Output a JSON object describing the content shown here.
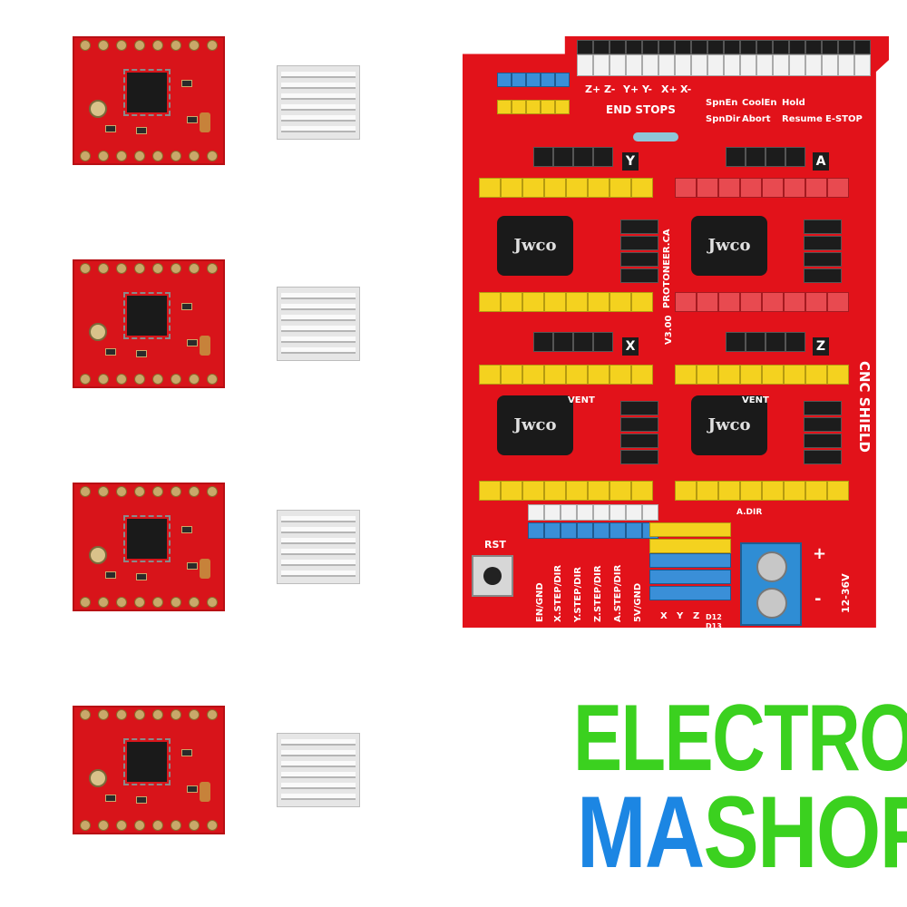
{
  "logo": {
    "line1": "ELECTRO",
    "line2_a": "MA",
    "line2_b": "SHOP",
    "colors": {
      "green": "#3bd11f",
      "blue": "#1c86e3"
    }
  },
  "shield": {
    "title": "CNC SHIELD",
    "endstops_label": "END STOPS",
    "endstop_pins": [
      "Z+",
      "Z-",
      "Y+",
      "Y-",
      "X+",
      "X-"
    ],
    "control_pins": [
      "SpnEn",
      "SpnDir",
      "CoolEn",
      "Abort",
      "Hold",
      "Resume",
      "E-STOP"
    ],
    "version": "V3.00",
    "maker": "PROTONEER.CA",
    "axes": [
      "Y",
      "A",
      "X",
      "Z"
    ],
    "capacitor_text": "Jwco",
    "capacitor_text2": "VENT",
    "bottom_labels": [
      "EN/GND",
      "X.STEP/DIR",
      "Y.STEP/DIR",
      "Z.STEP/DIR",
      "A.STEP/DIR",
      "5V/GND"
    ],
    "axis_select": [
      "X",
      "Y",
      "Z",
      "D12",
      "D13"
    ],
    "a_dir": "A.DIR",
    "reset_label": "RST",
    "power_label": "12-36V",
    "plus": "+",
    "minus": "-",
    "colors": {
      "board": "#e2121a",
      "header_yellow": "#f4d21f",
      "header_blue": "#3a8fd8"
    }
  }
}
